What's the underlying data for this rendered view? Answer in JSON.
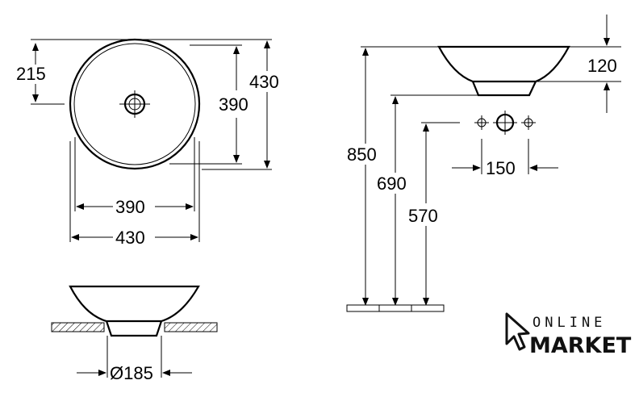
{
  "top_view": {
    "dim_215": "215",
    "dim_390_vertical": "390",
    "dim_430_vertical": "430",
    "dim_390_horizontal": "390",
    "dim_430_horizontal": "430"
  },
  "front_view": {
    "dim_diameter_185": "Ø185"
  },
  "side_view": {
    "dim_120": "120",
    "dim_850": "850",
    "dim_690": "690",
    "dim_570": "570",
    "dim_150": "150"
  },
  "logo": {
    "line1": "ONLINE",
    "line2": "MARKET"
  }
}
